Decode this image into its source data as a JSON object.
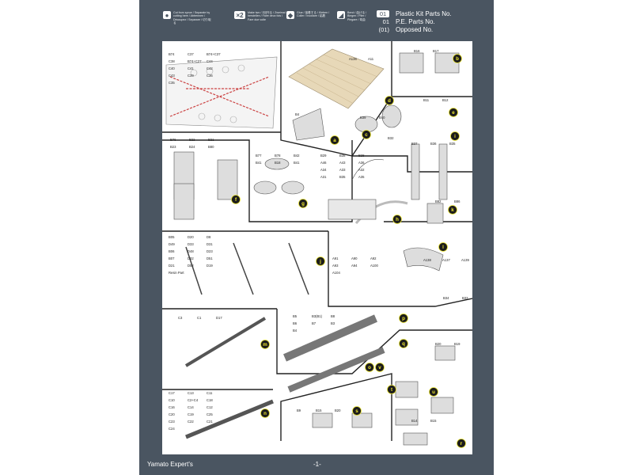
{
  "header": {
    "legend": [
      {
        "icon": "cut-icon",
        "symbol": "●",
        "text": "Cut from sprue / Separate by cutting here / Abtrennen / Découpez / Separare / 切り取る"
      },
      {
        "icon": "make-two-icon",
        "symbol": "×2",
        "text": "Make two / 2回作る / Zweimal herstellen / Faire deux fois / Fare due volte"
      },
      {
        "icon": "glue-icon",
        "symbol": "◆",
        "text": "Glue / 接着する / Kleben / Coller / Incollare / 粘着"
      },
      {
        "icon": "bend-icon",
        "symbol": "◢",
        "text": "Bend / 曲げる / Biegen / Plier / Piegare / 弯曲"
      }
    ],
    "parts_legend": [
      {
        "num": "01",
        "label": "Plastic Kit Parts No."
      },
      {
        "num": "01",
        "label": "P.E. Parts No."
      },
      {
        "num": "(01)",
        "label": "Opposed No."
      }
    ]
  },
  "steps": [
    "a",
    "b",
    "c",
    "d",
    "e",
    "f",
    "g",
    "h",
    "i",
    "j",
    "k",
    "l",
    "m",
    "n",
    "o",
    "p",
    "q",
    "r",
    "s",
    "t",
    "u",
    "v"
  ],
  "labels": {
    "a_parts": [
      "B74",
      "C37",
      "B74+C37",
      "C38",
      "B74+C27",
      "C44",
      "C40",
      "C41",
      "C42",
      "C43",
      "C39",
      "C36",
      "C35"
    ],
    "deck": [
      "A136",
      "A11"
    ],
    "b_parts": [
      "B16",
      "B17"
    ],
    "b2_parts": [
      "B4"
    ],
    "c_parts": [
      "B39",
      "B40"
    ],
    "d_parts": [
      "B32"
    ],
    "e_parts": [
      "B11",
      "B12"
    ],
    "f_parts": [
      "B76",
      "B22",
      "B21",
      "B23",
      "B24",
      "B80"
    ],
    "g_parts": [
      "B77",
      "B78",
      "B42",
      "B41",
      "B18",
      "B41"
    ],
    "h_parts": [
      "B29",
      "B38",
      "B28",
      "A46",
      "A43",
      "A36",
      "A34",
      "A33",
      "A32",
      "A31",
      "B35",
      "A35"
    ],
    "i_parts": [
      "B37",
      "B36",
      "B35"
    ],
    "k_parts": [
      "B82",
      "B86"
    ],
    "j_parts": [
      "B05",
      "D20",
      "D8",
      "D49",
      "D33",
      "D31",
      "B06",
      "D48",
      "D23",
      "B07",
      "D32",
      "D51",
      "D21",
      "D52",
      "D19",
      "Resin Part"
    ],
    "misc_parts": [
      "A91",
      "A90",
      "A92",
      "A93",
      "A94",
      "A100",
      "A104"
    ],
    "l_parts": [
      "A138",
      "A137",
      "A139"
    ],
    "m_parts": [
      "C3",
      "C1",
      "D17"
    ],
    "n_parts": [
      "C17",
      "C13",
      "C11",
      "C10",
      "C2+C4",
      "C18",
      "C16",
      "C14",
      "C12",
      "C20",
      "C19",
      "C25",
      "C23",
      "C22",
      "C21",
      "C24"
    ],
    "o_parts": [
      "B5",
      "B3(B1)",
      "B8",
      "B6",
      "B7",
      "B3",
      "B4"
    ],
    "p_parts": [
      "B34",
      "B33"
    ],
    "q_parts": [
      "B20",
      "B19"
    ],
    "s_parts": [
      "B9",
      "B15",
      "B20"
    ],
    "v_parts": [
      "B14",
      "B15"
    ]
  },
  "footer": {
    "brand": "Yamato Expert's",
    "page": "-1-"
  }
}
